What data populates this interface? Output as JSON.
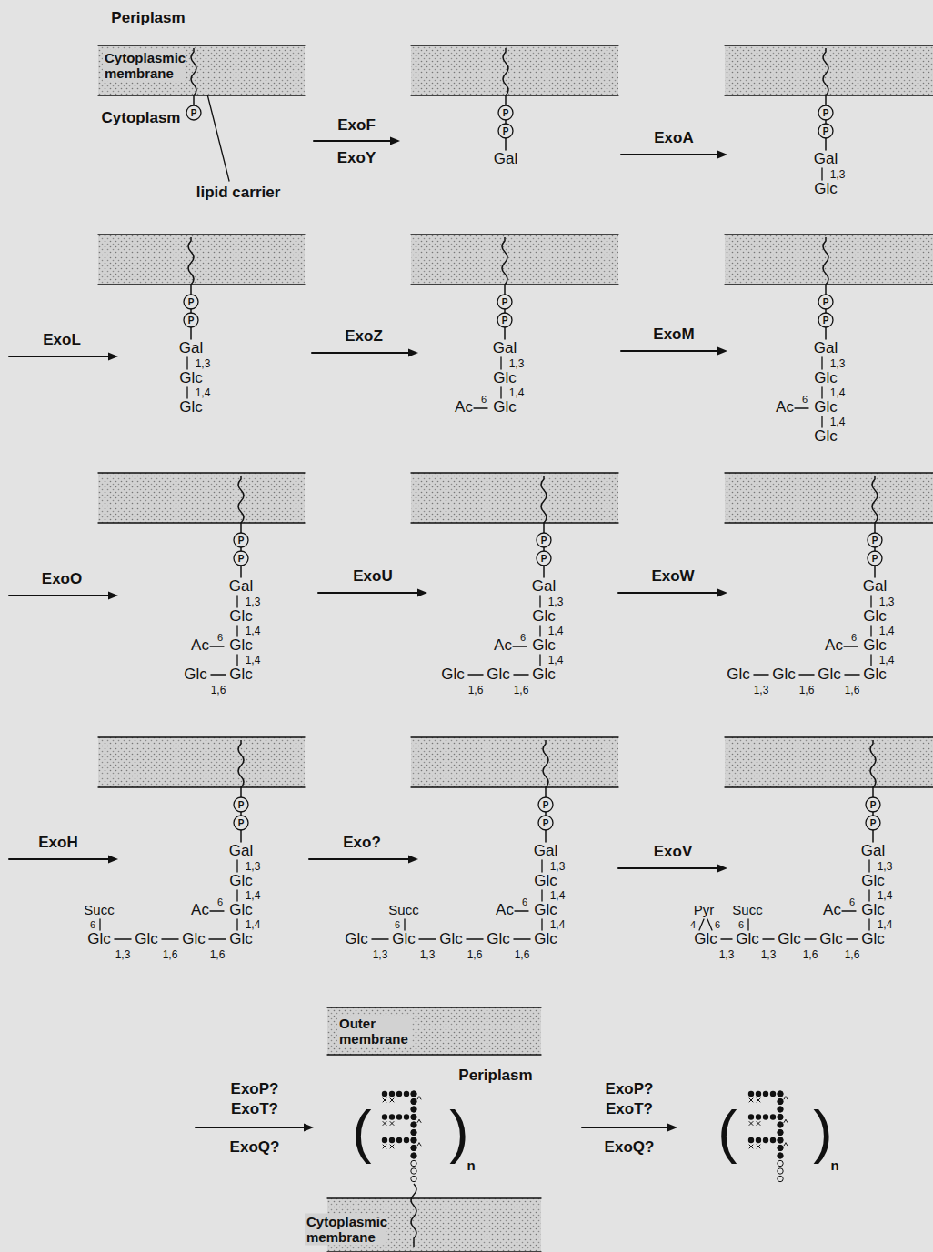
{
  "diagram": {
    "labels": [
      "Periplasm",
      "Cytoplasmic membrane",
      "Cytoplasm",
      "lipid carrier",
      "P",
      "ExoF",
      "ExoY",
      "P",
      "P",
      "Gal",
      "ExoA",
      "P",
      "P",
      "Gal",
      "1,3",
      "Glc",
      "ExoL",
      "P",
      "P",
      "Gal",
      "1,3",
      "Glc",
      "1,4",
      "Glc",
      "ExoZ",
      "P",
      "P",
      "Gal",
      "1,3",
      "Glc",
      "1,4",
      "Ac",
      "6",
      "Glc",
      "ExoM",
      "P",
      "P",
      "Gal",
      "1,3",
      "Glc",
      "1,4",
      "Ac",
      "6",
      "Glc",
      "1,4",
      "Glc",
      "ExoO",
      "P",
      "P",
      "Gal",
      "1,3",
      "Glc",
      "1,4",
      "Ac",
      "6",
      "Glc",
      "1,4",
      "Glc",
      "Glc",
      "1,6",
      "ExoU",
      "P",
      "P",
      "Gal",
      "1,3",
      "Glc",
      "1,4",
      "Ac",
      "6",
      "Glc",
      "1,4",
      "Glc",
      "Glc",
      "Glc",
      "1,6",
      "1,6",
      "ExoW",
      "P",
      "P",
      "Gal",
      "1,3",
      "Glc",
      "1,4",
      "Ac",
      "6",
      "Glc",
      "1,4",
      "Glc",
      "Glc",
      "Glc",
      "Glc",
      "1,3",
      "1,6",
      "1,6",
      "ExoH",
      "P",
      "P",
      "Gal",
      "1,3",
      "Glc",
      "1,4",
      "Ac",
      "6",
      "Glc",
      "1,4",
      "Succ",
      "6",
      "Glc",
      "Glc",
      "Glc",
      "Glc",
      "1,3",
      "1,6",
      "1,6",
      "Exo?",
      "P",
      "P",
      "Gal",
      "1,3",
      "Glc",
      "1,4",
      "Ac",
      "6",
      "Glc",
      "1,4",
      "Succ",
      "6",
      "Glc",
      "Glc",
      "Glc",
      "Glc",
      "Glc",
      "1,3",
      "1,3",
      "1,6",
      "1,6",
      "ExoV",
      "P",
      "P",
      "Gal",
      "1,3",
      "Glc",
      "1,4",
      "Ac",
      "6",
      "Glc",
      "1,4",
      "Pyr",
      "Succ",
      "4",
      "6",
      "6",
      "Glc",
      "Glc",
      "Glc",
      "Glc",
      "Glc",
      "1,3",
      "1,3",
      "1,6",
      "1,6",
      "ExoP?",
      "ExoT?",
      "ExoQ?",
      "Outer membrane",
      "Periplasm",
      "(",
      ")",
      "n",
      "Cytoplasmic membrane",
      "ExoP?",
      "ExoT?",
      "ExoQ?",
      "(",
      ")",
      "n"
    ]
  }
}
